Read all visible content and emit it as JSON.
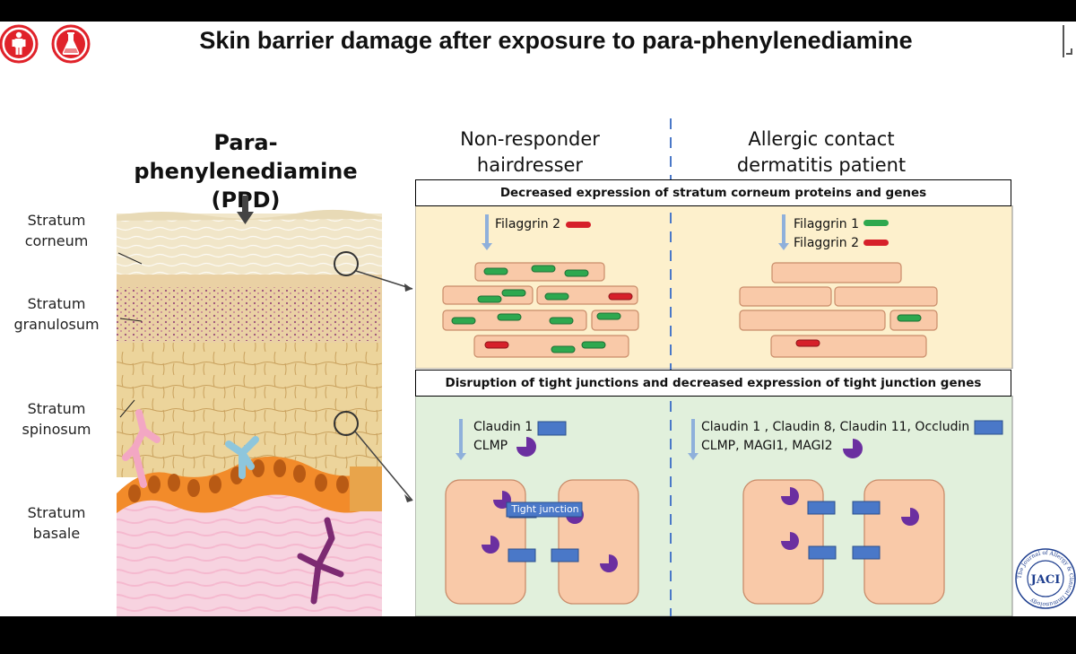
{
  "title": "Skin barrier damage after exposure to para-phenylenediamine",
  "icons": [
    "person-icon",
    "flask-icon",
    "scroll-arrow-icon",
    "jaci-seal-icon"
  ],
  "left_panel": {
    "heading_line1": "Para-phenylenediamine",
    "heading_line2": "(PPD)",
    "layers": [
      {
        "line1": "Stratum",
        "line2": "corneum"
      },
      {
        "line1": "Stratum",
        "line2": "granulosum"
      },
      {
        "line1": "Stratum",
        "line2": "spinosum"
      },
      {
        "line1": "Stratum",
        "line2": "basale"
      }
    ]
  },
  "columns": {
    "left": {
      "line1": "Non-responder",
      "line2": "hairdresser"
    },
    "right": {
      "line1": "Allergic contact",
      "line2": "dermatitis patient"
    }
  },
  "section1": {
    "title": "Decreased expression of stratum corneum proteins and genes",
    "left_genes": [
      "Filaggrin 2"
    ],
    "right_genes": [
      "Filaggrin 1",
      "Filaggrin 2"
    ]
  },
  "section2": {
    "title": "Disruption of tight junctions and decreased expression of tight junction genes",
    "left_genes": [
      "Claudin 1",
      "CLMP"
    ],
    "right_genes": [
      "Claudin 1 , Claudin 8, Claudin 11, Occludin",
      "CLMP, MAGI1, MAGI2"
    ],
    "tight_junction_label": "Tight junction"
  },
  "jaci": {
    "center_text": "JACI",
    "ring_text": "The Journal of Allergy & Clinical Immunology"
  },
  "colors": {
    "section1_bg": "#fdf0cc",
    "section2_bg": "#e1f0dc",
    "cell_fill": "#f9c9a8",
    "upregulated_green": "#2ea84f",
    "downregulated_red": "#d6202a",
    "claudin_blue": "#4a78c8",
    "clmp_purple": "#6b2fa0",
    "arrow_blue": "#8fb0db",
    "logo_red": "#e0222a"
  }
}
